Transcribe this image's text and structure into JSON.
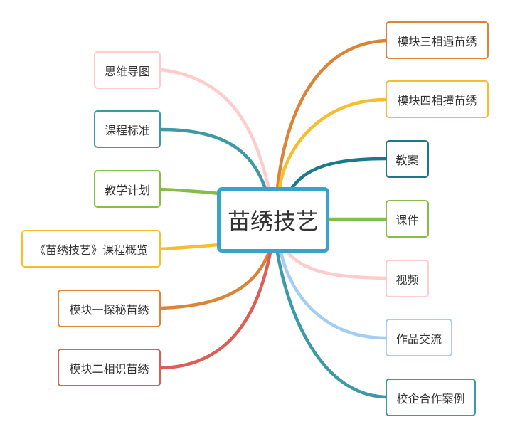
{
  "center": {
    "label": "苗绣技艺",
    "color": "#3aa3c9"
  },
  "nodes": [
    {
      "id": "mind-map",
      "label": "思维导图",
      "color": "#ffcccc"
    },
    {
      "id": "curriculum-std",
      "label": "课程标准",
      "color": "#3b9aa5"
    },
    {
      "id": "teaching-plan",
      "label": "教学计划",
      "color": "#86bc4a"
    },
    {
      "id": "course-overview",
      "label": "《苗绣技艺》课程概览",
      "color": "#f6be2c"
    },
    {
      "id": "module-1",
      "label": "模块一探秘苗绣",
      "color": "#dd8336"
    },
    {
      "id": "module-2",
      "label": "模块二相识苗绣",
      "color": "#dc5e55"
    },
    {
      "id": "module-3",
      "label": "模块三相遇苗绣",
      "color": "#dd8336"
    },
    {
      "id": "module-4",
      "label": "模块四相撞苗绣",
      "color": "#f6be2c"
    },
    {
      "id": "lesson-plan",
      "label": "教案",
      "color": "#1a7a8a"
    },
    {
      "id": "courseware",
      "label": "课件",
      "color": "#86bc4a"
    },
    {
      "id": "video",
      "label": "视频",
      "color": "#ffcccc"
    },
    {
      "id": "works-exchange",
      "label": "作品交流",
      "color": "#a3cdf7"
    },
    {
      "id": "school-enterprise",
      "label": "校企合作案例",
      "color": "#3b9aa5"
    }
  ]
}
